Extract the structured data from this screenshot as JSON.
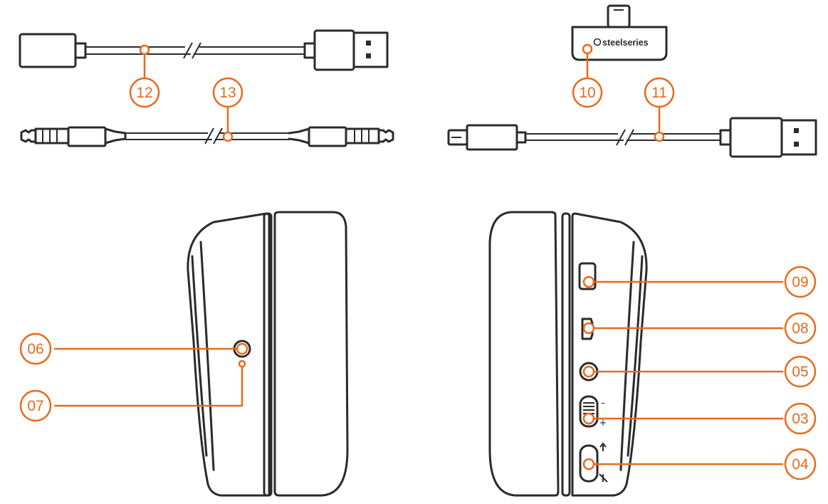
{
  "dongle": {
    "brand": "steelseries"
  },
  "labels": {
    "l03": "03",
    "l04": "04",
    "l05": "05",
    "l06": "06",
    "l07": "07",
    "l08": "08",
    "l09": "09",
    "l10": "10",
    "l11": "11",
    "l12": "12",
    "l13": "13"
  },
  "volume": {
    "minus": "–",
    "plus": "+"
  },
  "colors": {
    "accent": "#e86a1c",
    "ink": "#2b2b2b"
  }
}
